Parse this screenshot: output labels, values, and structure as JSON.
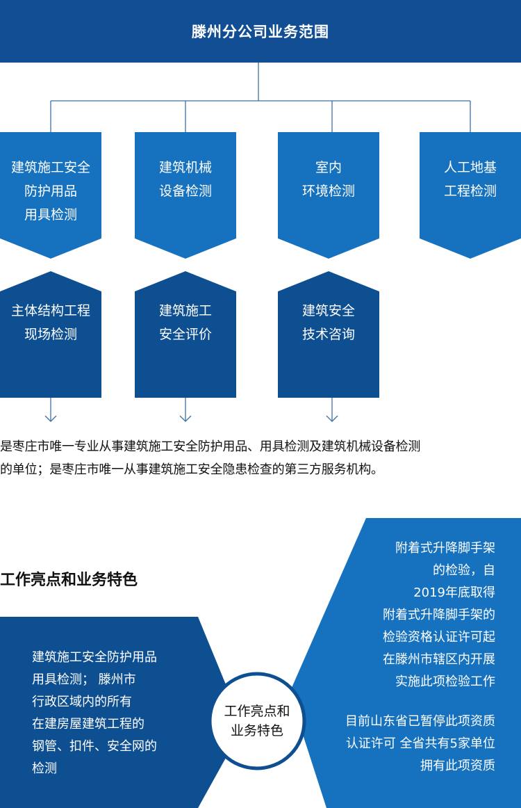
{
  "header": {
    "title": "滕州分公司业务范围"
  },
  "scope_top": [
    {
      "lines": [
        "建筑施工安全",
        "防护用品",
        "用具检测"
      ]
    },
    {
      "lines": [
        "建筑机械",
        "设备检测"
      ]
    },
    {
      "lines": [
        "室内",
        "环境检测"
      ]
    },
    {
      "lines": [
        "人工地基",
        "工程检测"
      ]
    }
  ],
  "scope_bottom": [
    {
      "lines": [
        "主体结构工程",
        "现场检测"
      ]
    },
    {
      "lines": [
        "建筑施工",
        "安全评价"
      ]
    },
    {
      "lines": [
        "建筑安全",
        "技术咨询"
      ]
    }
  ],
  "description": {
    "line1": "是枣庄市唯一专业从事建筑施工安全防护用品、用具检测及建筑机械设备检测",
    "line2": "的单位；是枣庄市唯一从事建筑施工安全隐患检查的第三方服务机构。"
  },
  "features": {
    "section_title": "工作亮点和业务特色",
    "center_lines": [
      "工作亮点和",
      "业务特色"
    ],
    "left_lines": [
      "建筑施工安全防护用品",
      "用具检测； 滕州市",
      "行政区域内的所有",
      "在建房屋建筑工程的",
      "钢管、扣件、安全网的",
      "检测"
    ],
    "top_right_lines": [
      "附着式升降脚手架",
      "的检验，自",
      "2019年底取得",
      "附着式升降脚手架的",
      "检验资格认证许可起",
      "在滕州市辖区内开展",
      "实施此项检验工作"
    ],
    "bottom_right_lines": [
      "目前山东省已暂停此项资质",
      "认证许可 全省共有5家单位",
      "拥有此项资质"
    ]
  },
  "colors": {
    "dark_blue": "#0e4f91",
    "mid_blue": "#1672be",
    "header_blue": "#114e94",
    "line_blue": "#3d6fa3"
  }
}
